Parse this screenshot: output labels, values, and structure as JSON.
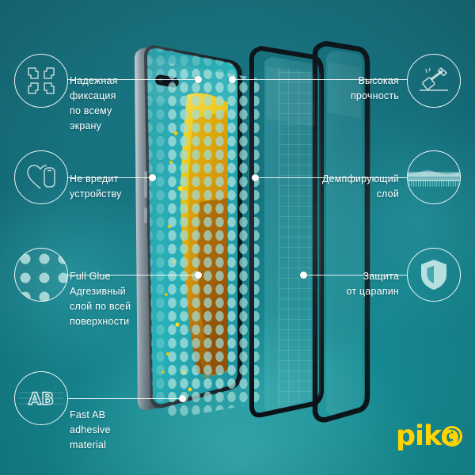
{
  "brand": {
    "name": "piko",
    "logo_color": "#ffd400",
    "logo_icon": "circular-arrows-o-icon"
  },
  "theme": {
    "background_color": "#14707f",
    "background_accent": "#1a9aa0",
    "text_color": "#ffffff",
    "line_color": "#ffffff",
    "glue_dot_color": "#bae2e0",
    "splash_color": "#f5c400"
  },
  "features_left": [
    {
      "id": "full-coverage",
      "icon": "fit-to-screen-arrows-icon",
      "text": "Надежная\nфиксация\nпо всему\nэкрану"
    },
    {
      "id": "device-safe",
      "icon": "heart-phone-icon",
      "text": "Не вредит\nустройству"
    },
    {
      "id": "full-glue",
      "icon": "adhesive-dots-icon",
      "text": "Full Glue\nАдгезивный\nслой по всей\nповерхности"
    },
    {
      "id": "fast-ab",
      "icon": "ab-letters-icon",
      "text": "Fast AB\nadhesive\nmaterial"
    }
  ],
  "features_right": [
    {
      "id": "high-strength",
      "icon": "hammer-icon",
      "text": "Высокая\nпрочность"
    },
    {
      "id": "damping-layer",
      "icon": "damping-layer-icon",
      "text": "Демпфирующий\nслой"
    },
    {
      "id": "scratch-protection",
      "icon": "shield-icon",
      "text": "Защита\nот царапин"
    }
  ],
  "product": {
    "layers": [
      {
        "id": "smartphone",
        "label": "smartphone-device"
      },
      {
        "id": "adhesive-layer",
        "label": "full-glue-adhesive-dot-layer"
      },
      {
        "id": "mesh-layer",
        "label": "damping-mesh-layer"
      },
      {
        "id": "glass-layer",
        "label": "tempered-glass-screen-protector"
      }
    ]
  }
}
